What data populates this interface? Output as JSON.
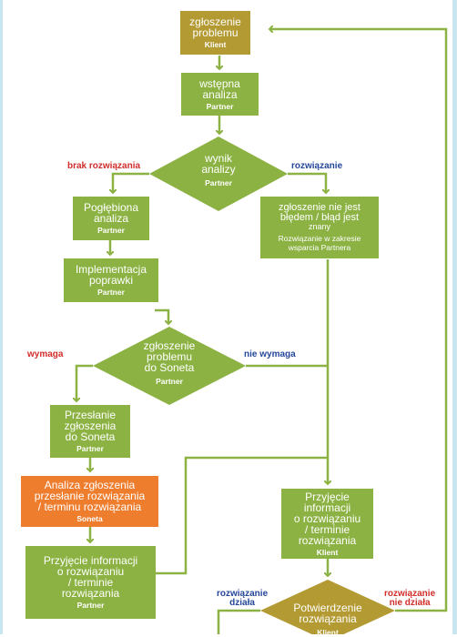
{
  "nodes": {
    "zgloszenie": {
      "line1": "zgłoszenie",
      "line2": "problemu",
      "role": "Klient"
    },
    "wstepna": {
      "line1": "wstępna",
      "line2": "analiza",
      "role": "Partner"
    },
    "wynik": {
      "line1": "wynik",
      "line2": "analizy",
      "role": "Partner"
    },
    "nie_blad": {
      "line1": "zgłoszenie nie jest",
      "line2": "błędem / błąd jest",
      "line3": "znany",
      "sub1": "Rozwiązanie w zakresie",
      "sub2": "wsparcia Partnera"
    },
    "poglebiona": {
      "line1": "Pogłębiona",
      "line2": "analiza",
      "role": "Partner"
    },
    "implementacja": {
      "line1": "Implementacja",
      "line2": "poprawki",
      "role": "Partner"
    },
    "do_soneta": {
      "line1": "zgłoszenie",
      "line2": "problemu",
      "line3": "do Soneta",
      "role": "Partner"
    },
    "przeslanie": {
      "line1": "Przesłanie",
      "line2": "zgłoszenia",
      "line3": "do Soneta",
      "role": "Partner"
    },
    "analiza_zgl": {
      "line1": "Analiza zgłoszenia",
      "line2": "przesłanie rozwiązania",
      "line3": "/ terminu rozwiązania",
      "role": "Soneta"
    },
    "przyjecie_p": {
      "line1": "Przyjęcie informacji",
      "line2": "o rozwiązaniu",
      "line3": "/ terminie",
      "line4": "rozwiązania",
      "role": "Partner"
    },
    "przyjecie_k": {
      "line1": "Przyjęcie",
      "line2": "informacji",
      "line3": "o rozwiązaniu",
      "line4": "/ terminie",
      "line5": "rozwiązania",
      "role": "Klient"
    },
    "potwierdzenie": {
      "line1": "Potwierdzenie",
      "line2": "rozwiązania",
      "role": "Klient"
    }
  },
  "branches": {
    "brak": "brak rozwiązania",
    "rozwiazanie": "rozwiązanie",
    "wymaga": "wymaga",
    "nie_wymaga": "nie wymaga",
    "dziala_1": "rozwiązanie",
    "dziala_2": "działa",
    "nie_dziala_1": "rozwiązanie",
    "nie_dziala_2": "nie działa"
  },
  "colors": {
    "green": "#8cb243",
    "olive": "#b39a33",
    "orange": "#ef7d2e",
    "red": "#d12d2b",
    "blue": "#24479a",
    "line": "#8cb243"
  }
}
